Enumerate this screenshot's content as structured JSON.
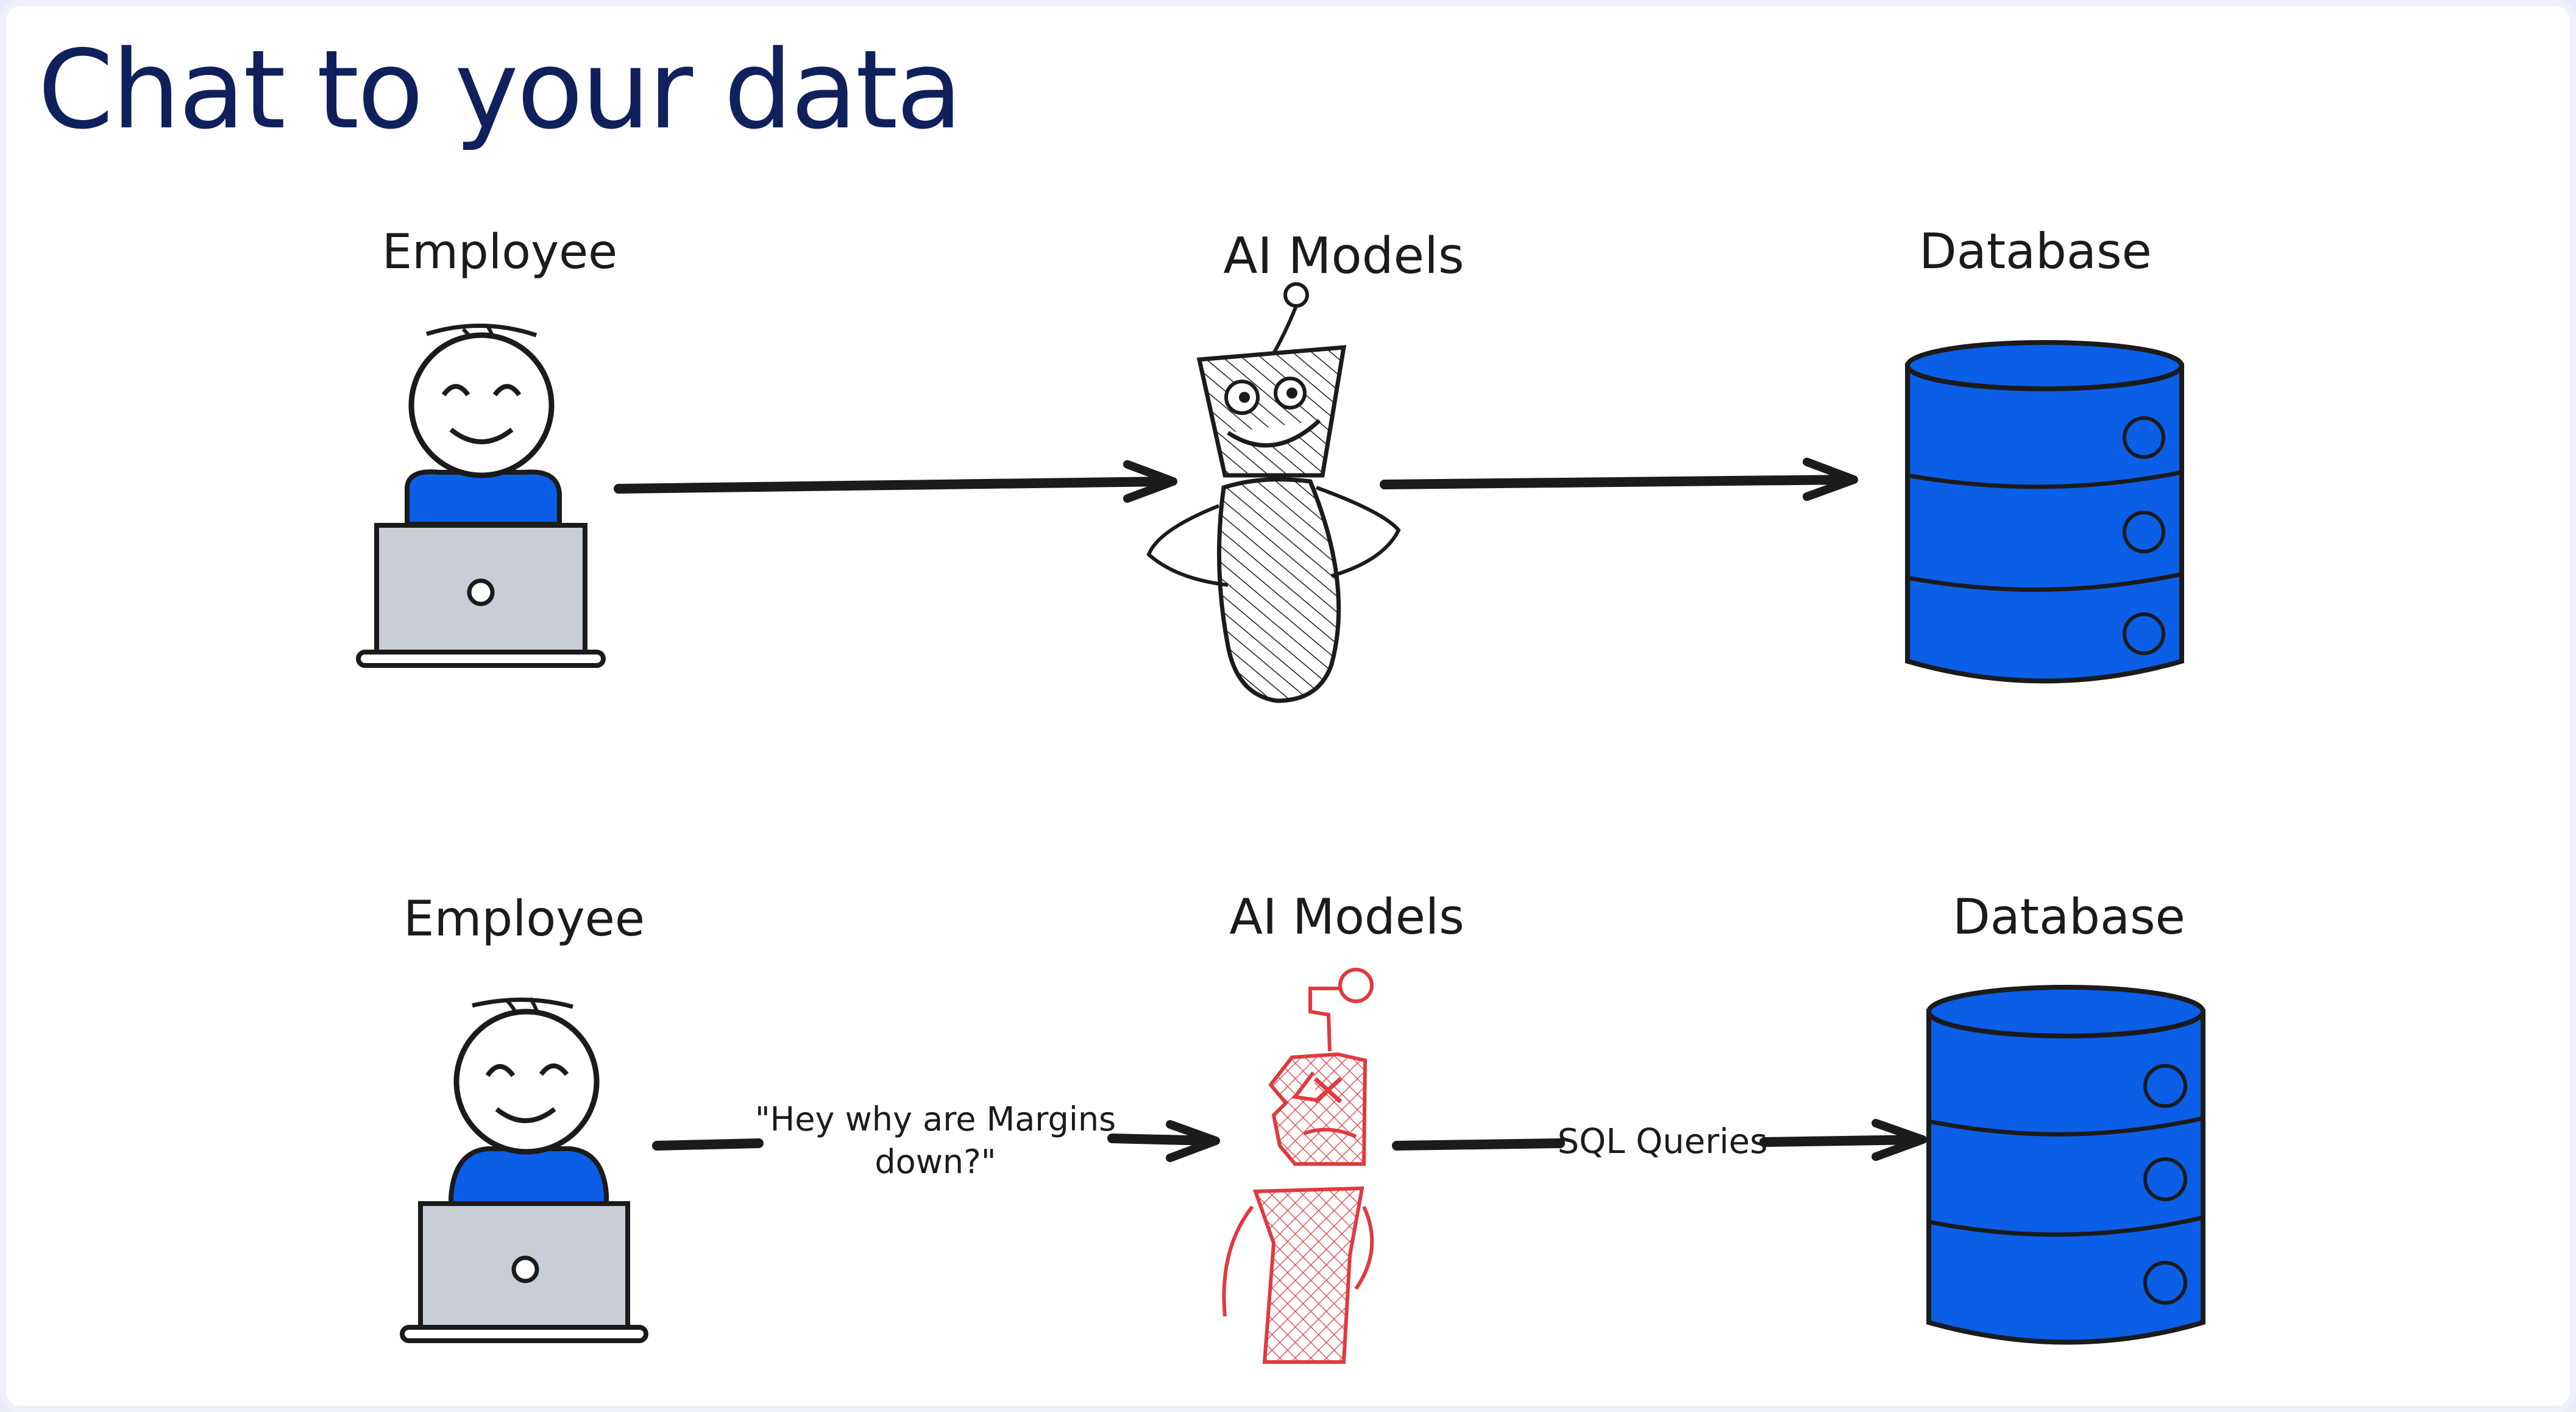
{
  "title": "Chat to your data",
  "colors": {
    "accent_blue": "#0b5ee6",
    "laptop_gray": "#c9cdd6",
    "broken_robot_red": "#e0393e",
    "title_navy": "#10205c",
    "ink": "#1b1b1b"
  },
  "diagram": {
    "top_row": {
      "employee_label": "Employee",
      "ai_label": "AI Models",
      "database_label": "Database"
    },
    "bottom_row": {
      "employee_label": "Employee",
      "ai_label": "AI Models",
      "database_label": "Database",
      "question_line1": "\"Hey why are Margins",
      "question_line2": "down?\"",
      "sql_label": "SQL Queries"
    }
  }
}
